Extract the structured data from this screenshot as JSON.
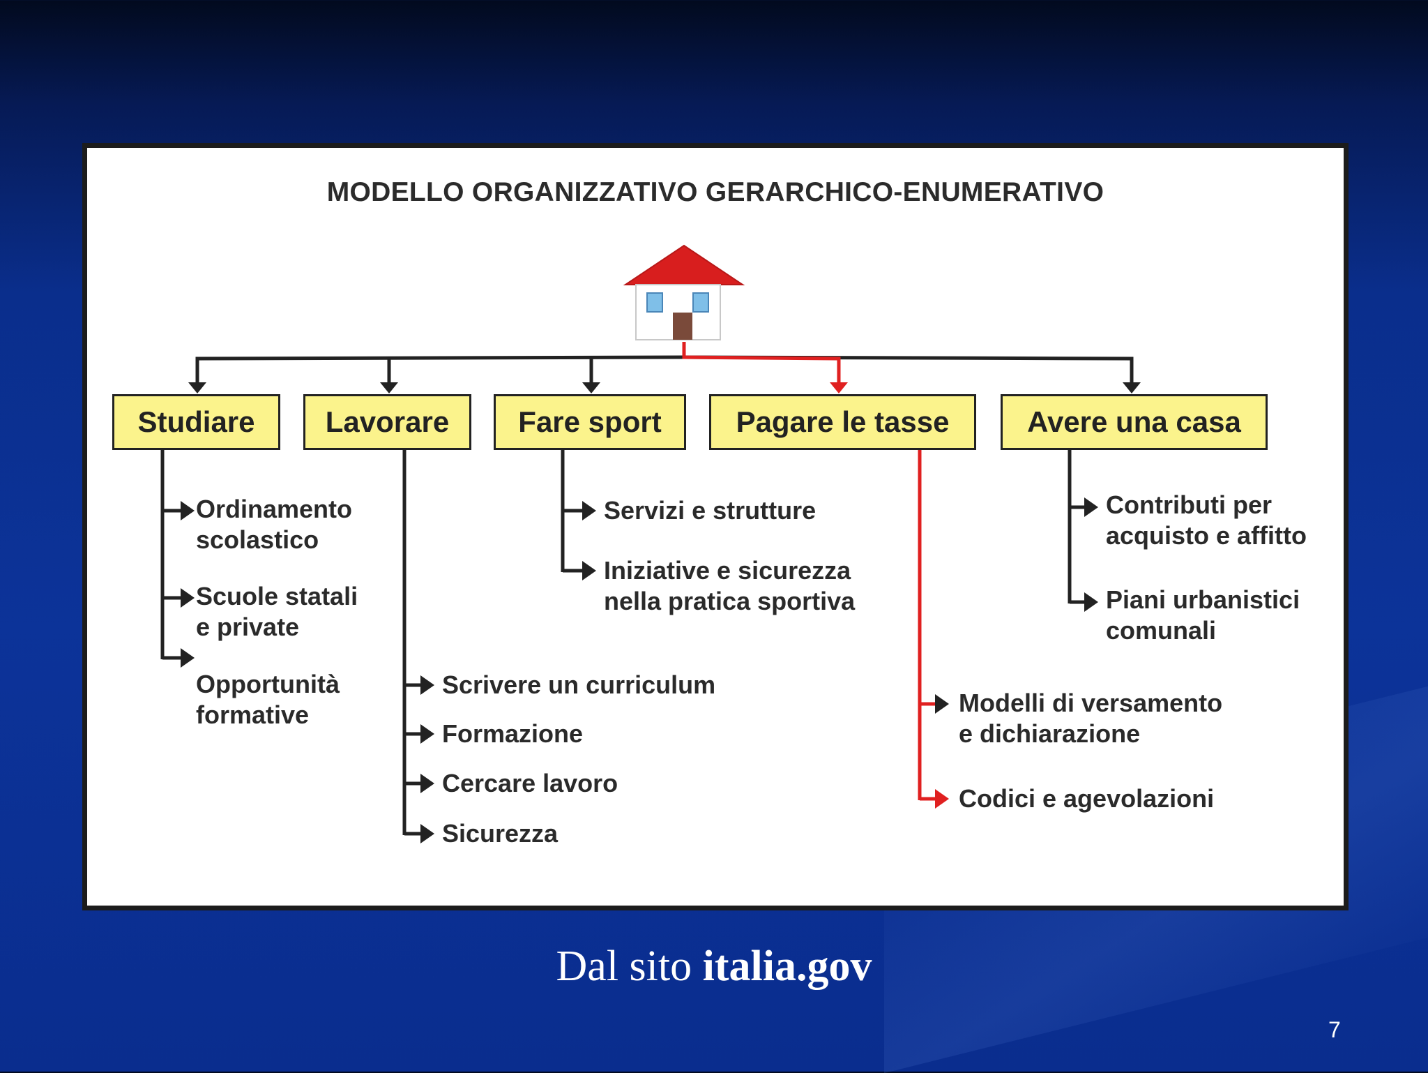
{
  "diagram": {
    "title": "MODELLO ORGANIZZATIVO GERARCHICO-ENUMERATIVO",
    "root_icon": "house-icon",
    "highlight_color": "#e02020",
    "connector_color": "#222222",
    "box_fill": "#fbf38c",
    "categories": [
      {
        "label": "Studiare"
      },
      {
        "label": "Lavorare"
      },
      {
        "label": "Fare sport"
      },
      {
        "label": "Pagare le tasse"
      },
      {
        "label": "Avere una casa"
      }
    ],
    "items": {
      "studiare": [
        "Ordinamento\nscolastico",
        "Scuole statali\ne private",
        "Opportunità\nformative"
      ],
      "lavorare": [
        "Scrivere un curriculum",
        "Formazione",
        "Cercare lavoro",
        "Sicurezza"
      ],
      "fare_sport": [
        "Servizi e strutture",
        "Iniziative e sicurezza\nnella pratica sportiva"
      ],
      "pagare_tasse": [
        "Modelli di versamento\ne dichiarazione",
        "Codici e agevolazioni"
      ],
      "avere_casa": [
        "Contributi per\nacquisto e affitto",
        "Piani urbanistici\ncomunali"
      ]
    },
    "highlighted_path": [
      "Pagare le tasse",
      "Codici e agevolazioni"
    ]
  },
  "caption": {
    "prefix": "Dal sito ",
    "site": "italia.gov"
  },
  "slide_number": "7"
}
